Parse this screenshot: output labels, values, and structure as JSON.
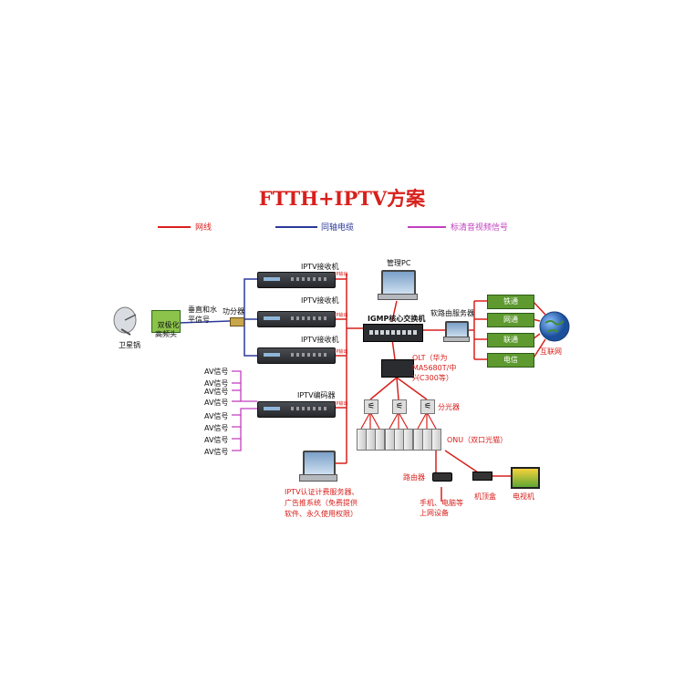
{
  "title": "FTTH+IPTV方案",
  "legend": [
    {
      "label": "网线",
      "color": "#d8201c"
    },
    {
      "label": "同轴电缆",
      "color": "#2b3a9a"
    },
    {
      "label": "标清音视频信号",
      "color": "#c23fbf"
    }
  ],
  "satellite": {
    "dish_label": "卫星锅",
    "lnb_label": "双极化\n高频头",
    "signal_label": "垂直和水\n平信号",
    "splitter_label": "功分器"
  },
  "receivers": [
    {
      "label": "IPTV接收机"
    },
    {
      "label": "IPTV接收机"
    },
    {
      "label": "IPTV接收机"
    }
  ],
  "encoder": {
    "label": "IPTV编码器"
  },
  "av_inputs": [
    "AV信号",
    "AV信号",
    "AV信号",
    "AV信号",
    "AV信号",
    "AV信号",
    "AV信号",
    "AV信号"
  ],
  "small_tag": "IP输出",
  "manage_pc": "管理PC",
  "core_switch": "IGMP核心交换机",
  "router_server": "软路由服务器",
  "isps": [
    "铁通",
    "网通",
    "联通",
    "电信"
  ],
  "internet": "互联网",
  "olt": "OLT（华为\nMA5680T/中\n兴C300等）",
  "splitter": "分光器",
  "onu": "ONU（双口光猫）",
  "router": "路由器",
  "stb": "机顶盒",
  "tv": "电视机",
  "devices": "手机、电脑等\n上网设备",
  "iptv_server": "IPTV认证计费服务器、\n广告推系统（免费提供\n软件、永久使用权限）"
}
